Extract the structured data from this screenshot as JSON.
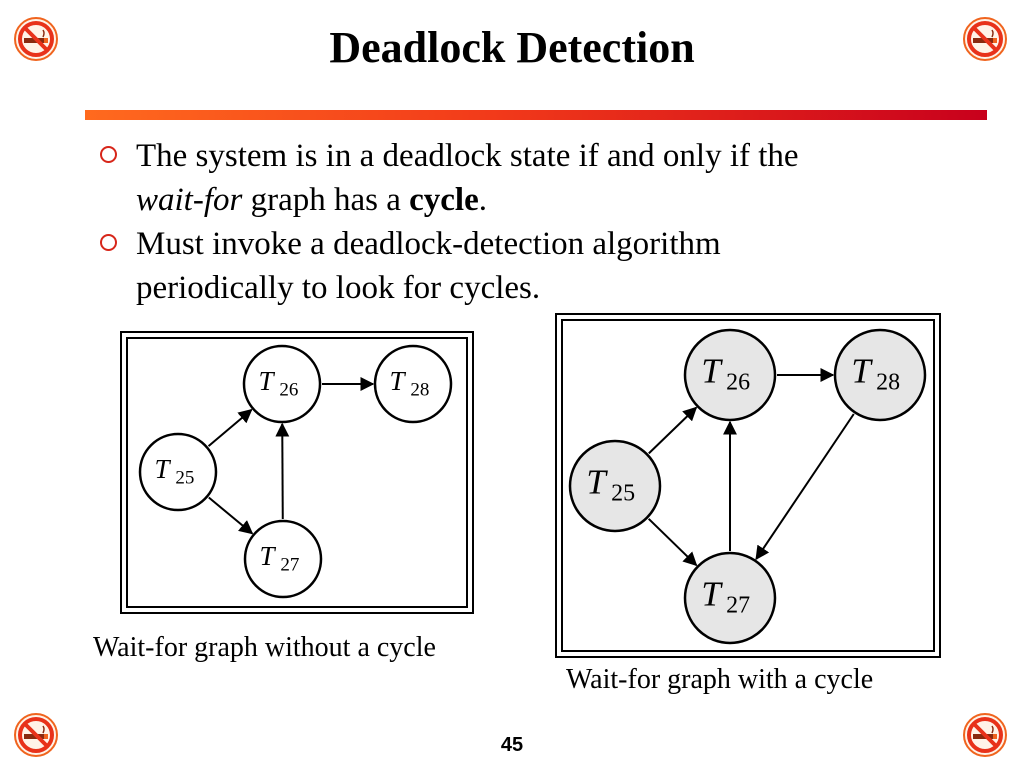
{
  "slide": {
    "title": "Deadlock Detection",
    "page_number": "45",
    "accent_color": "#e8321a",
    "corner_icon": "no-smoking-icon"
  },
  "bullets": [
    {
      "parts": [
        {
          "text": "The system is in a deadlock state if and only if the",
          "style": "normal"
        },
        {
          "text": "wait-for",
          "style": "italic"
        },
        {
          "text": " graph has a ",
          "style": "normal"
        },
        {
          "text": "cycle",
          "style": "bold"
        },
        {
          "text": ".",
          "style": "normal"
        }
      ]
    },
    {
      "parts": [
        {
          "text": "Must invoke a deadlock-detection algorithm periodically to look for cycles.",
          "style": "normal"
        }
      ]
    }
  ],
  "figures": {
    "left": {
      "caption": "Wait-for graph without a cycle",
      "node_fill": "#ffffff",
      "nodes": [
        {
          "id": "T25",
          "letter": "T",
          "sub": "25"
        },
        {
          "id": "T26",
          "letter": "T",
          "sub": "26"
        },
        {
          "id": "T27",
          "letter": "T",
          "sub": "27"
        },
        {
          "id": "T28",
          "letter": "T",
          "sub": "28"
        }
      ],
      "edges": [
        {
          "from": "T25",
          "to": "T26"
        },
        {
          "from": "T25",
          "to": "T27"
        },
        {
          "from": "T27",
          "to": "T26"
        },
        {
          "from": "T26",
          "to": "T28"
        }
      ]
    },
    "right": {
      "caption": "Wait-for graph with a cycle",
      "node_fill": "#e6e6e6",
      "nodes": [
        {
          "id": "T25",
          "letter": "T",
          "sub": "25"
        },
        {
          "id": "T26",
          "letter": "T",
          "sub": "26"
        },
        {
          "id": "T27",
          "letter": "T",
          "sub": "27"
        },
        {
          "id": "T28",
          "letter": "T",
          "sub": "28"
        }
      ],
      "edges": [
        {
          "from": "T25",
          "to": "T26"
        },
        {
          "from": "T25",
          "to": "T27"
        },
        {
          "from": "T27",
          "to": "T26"
        },
        {
          "from": "T26",
          "to": "T28"
        },
        {
          "from": "T28",
          "to": "T27"
        }
      ]
    }
  }
}
